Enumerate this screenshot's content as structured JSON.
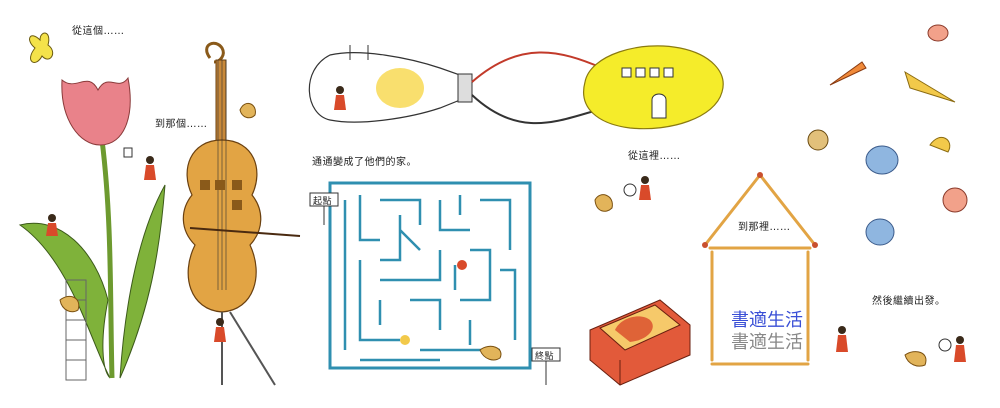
{
  "captions": {
    "from_this": "從這個……",
    "to_that": "到那個……",
    "become_home": "通通變成了他們的家。",
    "from_here": "從這裡……",
    "to_there": "到那裡……",
    "then_continue": "然後繼續出發。"
  },
  "maze": {
    "start_label": "起點",
    "end_label": "終點"
  },
  "watermark": {
    "line1": "書適生活",
    "line2": "書適生活"
  },
  "colors": {
    "maze": "#2f8fb0",
    "lemon": "#f5ec2a",
    "cello": "#e2a444",
    "tulip": "#e9828a",
    "leaf": "#7fb23a",
    "girl_dress": "#d94a2a",
    "match_head": "#c9502e",
    "watermark_1": "#3a4fd6",
    "watermark_2": "#888888"
  }
}
